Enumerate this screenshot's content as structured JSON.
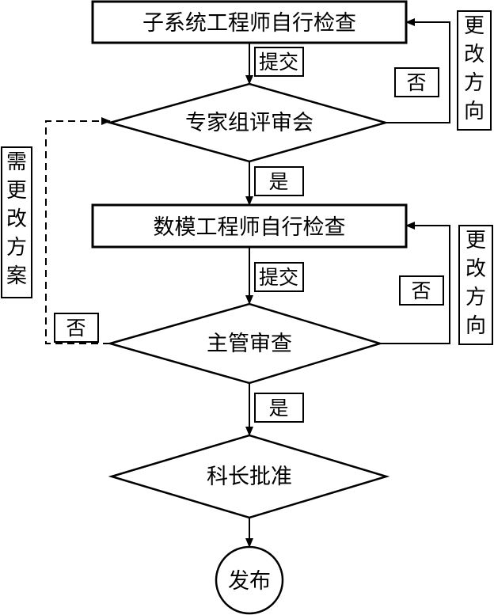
{
  "nodes": {
    "subsystem_check": "子系统工程师自行检查",
    "expert_review": "专家组评审会",
    "digital_check": "数模工程师自行检查",
    "supervisor_review": "主管审查",
    "chief_approval": "科长批准",
    "publish": "发布"
  },
  "edge_labels": {
    "submit_1": "提交",
    "yes_1": "是",
    "no_1": "否",
    "submit_2": "提交",
    "yes_2": "是",
    "no_2": "否",
    "no_3": "否"
  },
  "side_labels": {
    "change_direction_1": "更改方向",
    "change_direction_2": "更改方向",
    "need_change_plan": "需更改方案"
  }
}
